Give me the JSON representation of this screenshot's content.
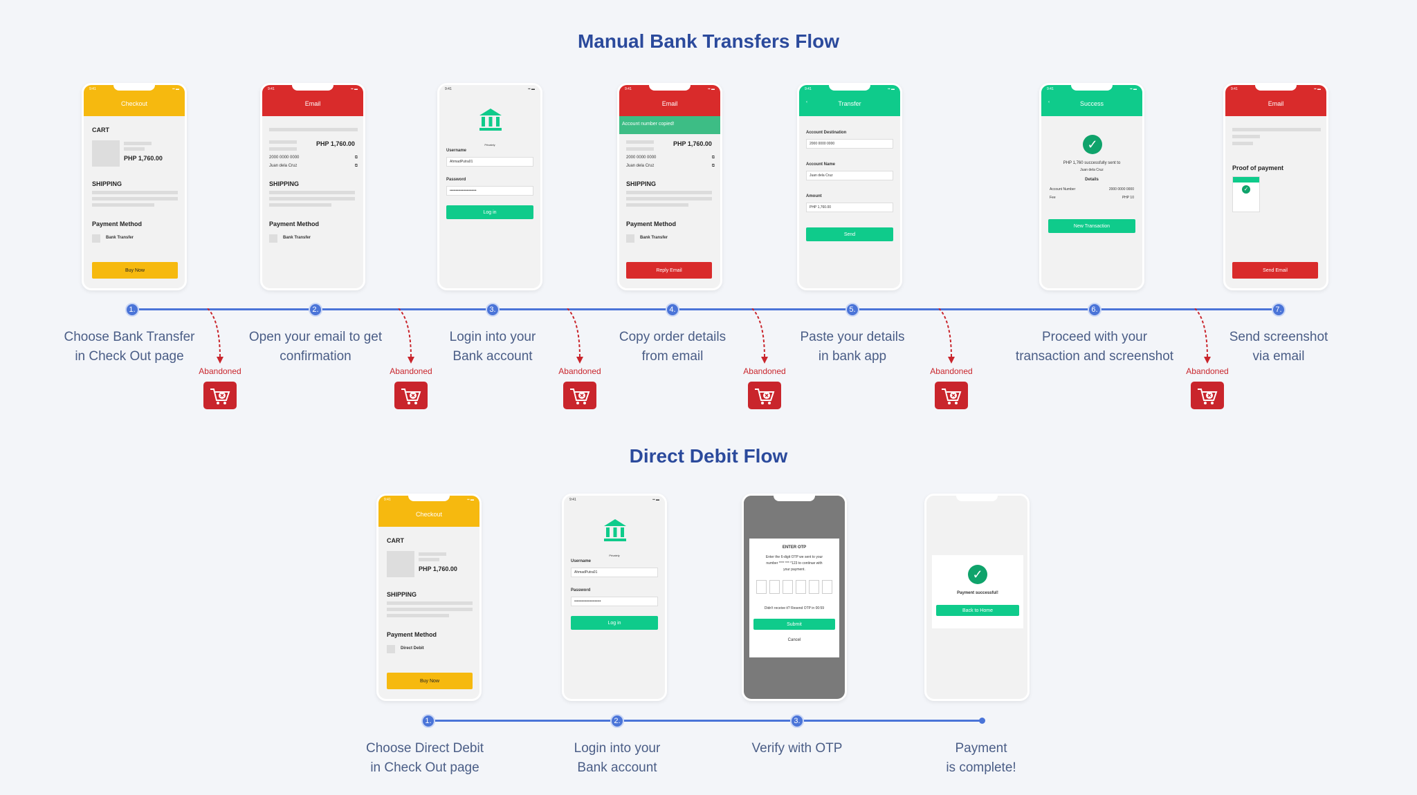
{
  "manual": {
    "title": "Manual Bank Transfers Flow",
    "steps": [
      {
        "num": "1.",
        "line1": "Choose Bank Transfer",
        "line2": "in Check Out page"
      },
      {
        "num": "2.",
        "line1": "Open your email to get",
        "line2": "confirmation"
      },
      {
        "num": "3.",
        "line1": "Login into your",
        "line2": "Bank account"
      },
      {
        "num": "4.",
        "line1": "Copy order details",
        "line2": "from email"
      },
      {
        "num": "5.",
        "line1": "Paste your details",
        "line2": "in bank app"
      },
      {
        "num": "6.",
        "line1": "Proceed with your",
        "line2": "transaction and screenshot"
      },
      {
        "num": "7.",
        "line1": "Send screenshot",
        "line2": "via email"
      }
    ],
    "abandoned": "Abandoned"
  },
  "direct": {
    "title": "Direct Debit Flow",
    "steps": [
      {
        "num": "1.",
        "line1": "Choose Direct Debit",
        "line2": "in Check Out page"
      },
      {
        "num": "2.",
        "line1": "Login into your",
        "line2": "Bank account"
      },
      {
        "num": "3.",
        "line1": "Verify with OTP",
        "line2": ""
      },
      {
        "num": "",
        "line1": "Payment",
        "line2": "is complete!"
      }
    ]
  },
  "screens": {
    "time": "9:41",
    "checkout": "Checkout",
    "email": "Email",
    "cart": "CART",
    "price": "PHP 1,760.00",
    "shipping": "SHIPPING",
    "payment_method": "Payment Method",
    "bank_transfer": "Bank Transfer",
    "direct_debit": "Direct Debit",
    "buy_now": "Buy Now",
    "acct": "2000 0000 0000",
    "juan": "Juan dela Cruz",
    "username": "Username",
    "password": "Password",
    "username_val": "AhmadPutra01",
    "password_val": "••••••••••••••••••••••",
    "login": "Log in",
    "bank_logo_caption": "Privately",
    "copied": "Account number copied!",
    "reply_email": "Reply Email",
    "transfer": "Transfer",
    "acct_dest": "Account Destination",
    "acct_name": "Account Name",
    "amount": "Amount",
    "amount_val": "PHP 1,760.00",
    "send": "Send",
    "success": "Success",
    "sent_msg": "PHP 1,760 successfully sent to",
    "details": "Details",
    "acct_number": "Account Number",
    "fee": "Fee",
    "fee_val": "PHP 10",
    "new_tx": "New Transaction",
    "proof": "Proof of payment",
    "send_email": "Send Email",
    "enter_otp": "ENTER OTP",
    "otp_msg1": "Enter the 6-digit OTP we sent to your",
    "otp_msg2": "number **** *** *123 to continue with",
    "otp_msg3": "your payment.",
    "resend": "Didn't receive it? Resend OTP in 00:59",
    "submit": "Submit",
    "cancel": "Cancel",
    "pay_success": "Payment successful!",
    "back_home": "Back to Home"
  },
  "colors": {
    "yellow": "#f6b90f",
    "red": "#d92b2b",
    "green": "#0fcb8b",
    "blue": "#4a74d8",
    "dark": "#2b4a9c"
  }
}
